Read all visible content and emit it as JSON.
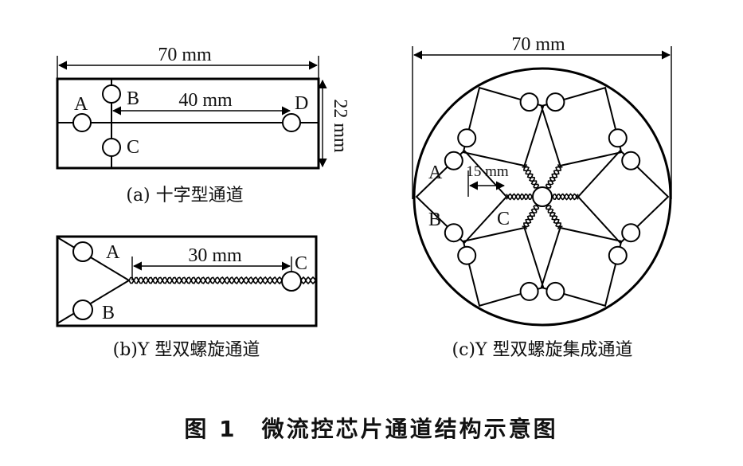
{
  "panel_a": {
    "width_dim": "70 mm",
    "height_dim": "22 mm",
    "channel_dim": "40 mm",
    "ports": [
      "A",
      "B",
      "C",
      "D"
    ],
    "caption": "(a) 十字型通道"
  },
  "panel_b": {
    "channel_dim": "30 mm",
    "ports": [
      "A",
      "B",
      "C"
    ],
    "caption": "(b)Y 型双螺旋通道"
  },
  "panel_c": {
    "width_dim": "70 mm",
    "channel_dim": "15 mm",
    "ports": [
      "A",
      "B",
      "C"
    ],
    "caption": "(c)Y 型双螺旋集成通道"
  },
  "figure_title": "图 1　微流控芯片通道结构示意图"
}
